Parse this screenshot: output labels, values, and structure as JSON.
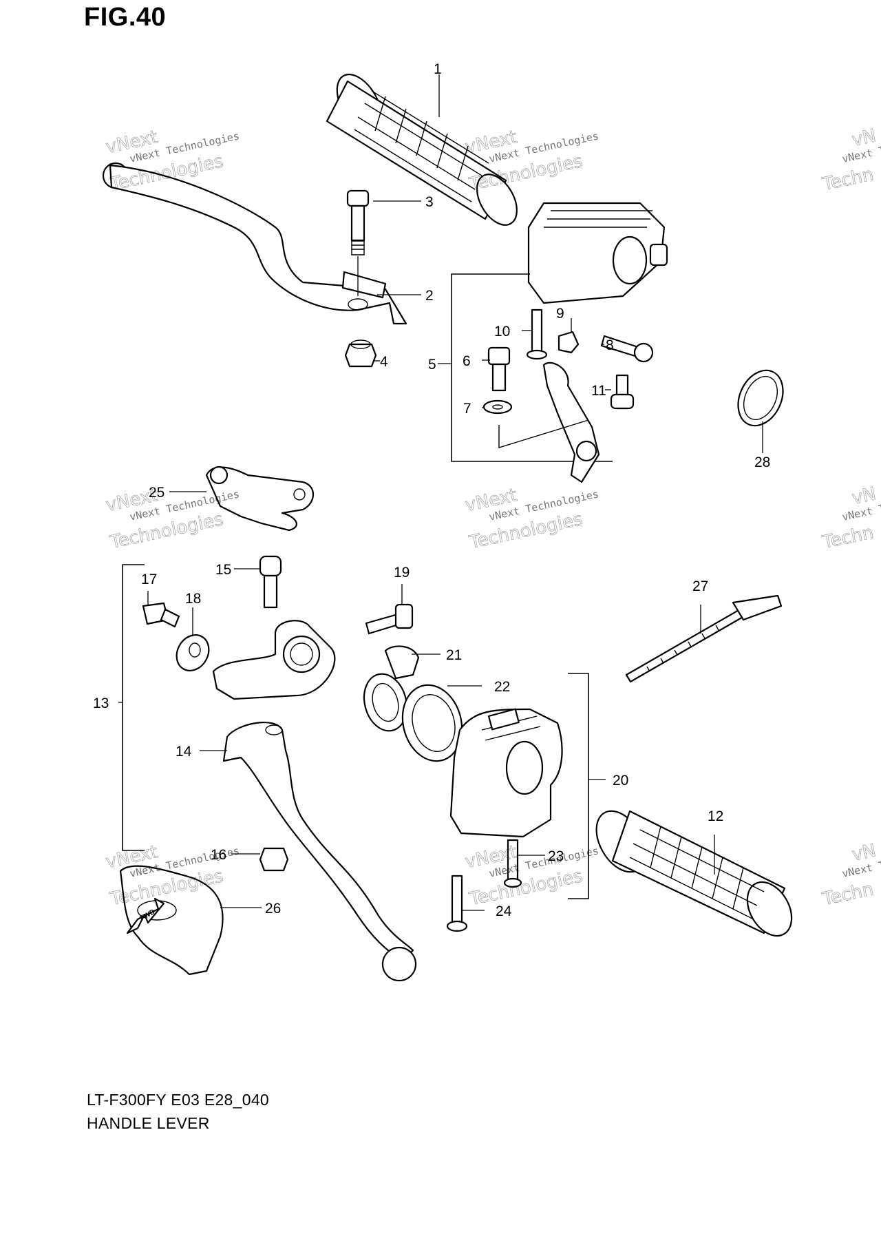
{
  "figure": {
    "title": "FIG.40",
    "model_code": "LT-F300FY E03 E28_040",
    "caption": "HANDLE LEVER"
  },
  "callouts": [
    "1",
    "2",
    "3",
    "4",
    "5",
    "6",
    "7",
    "8",
    "9",
    "10",
    "11",
    "12",
    "13",
    "14",
    "15",
    "16",
    "17",
    "18",
    "19",
    "20",
    "21",
    "22",
    "23",
    "24",
    "25",
    "26",
    "27",
    "28"
  ],
  "fwd_label": "FWD",
  "watermark": {
    "line1": "vNext Technologies",
    "line2": "vNext",
    "line3": "Technologies",
    "line4": "vN",
    "line5": "Techn"
  }
}
